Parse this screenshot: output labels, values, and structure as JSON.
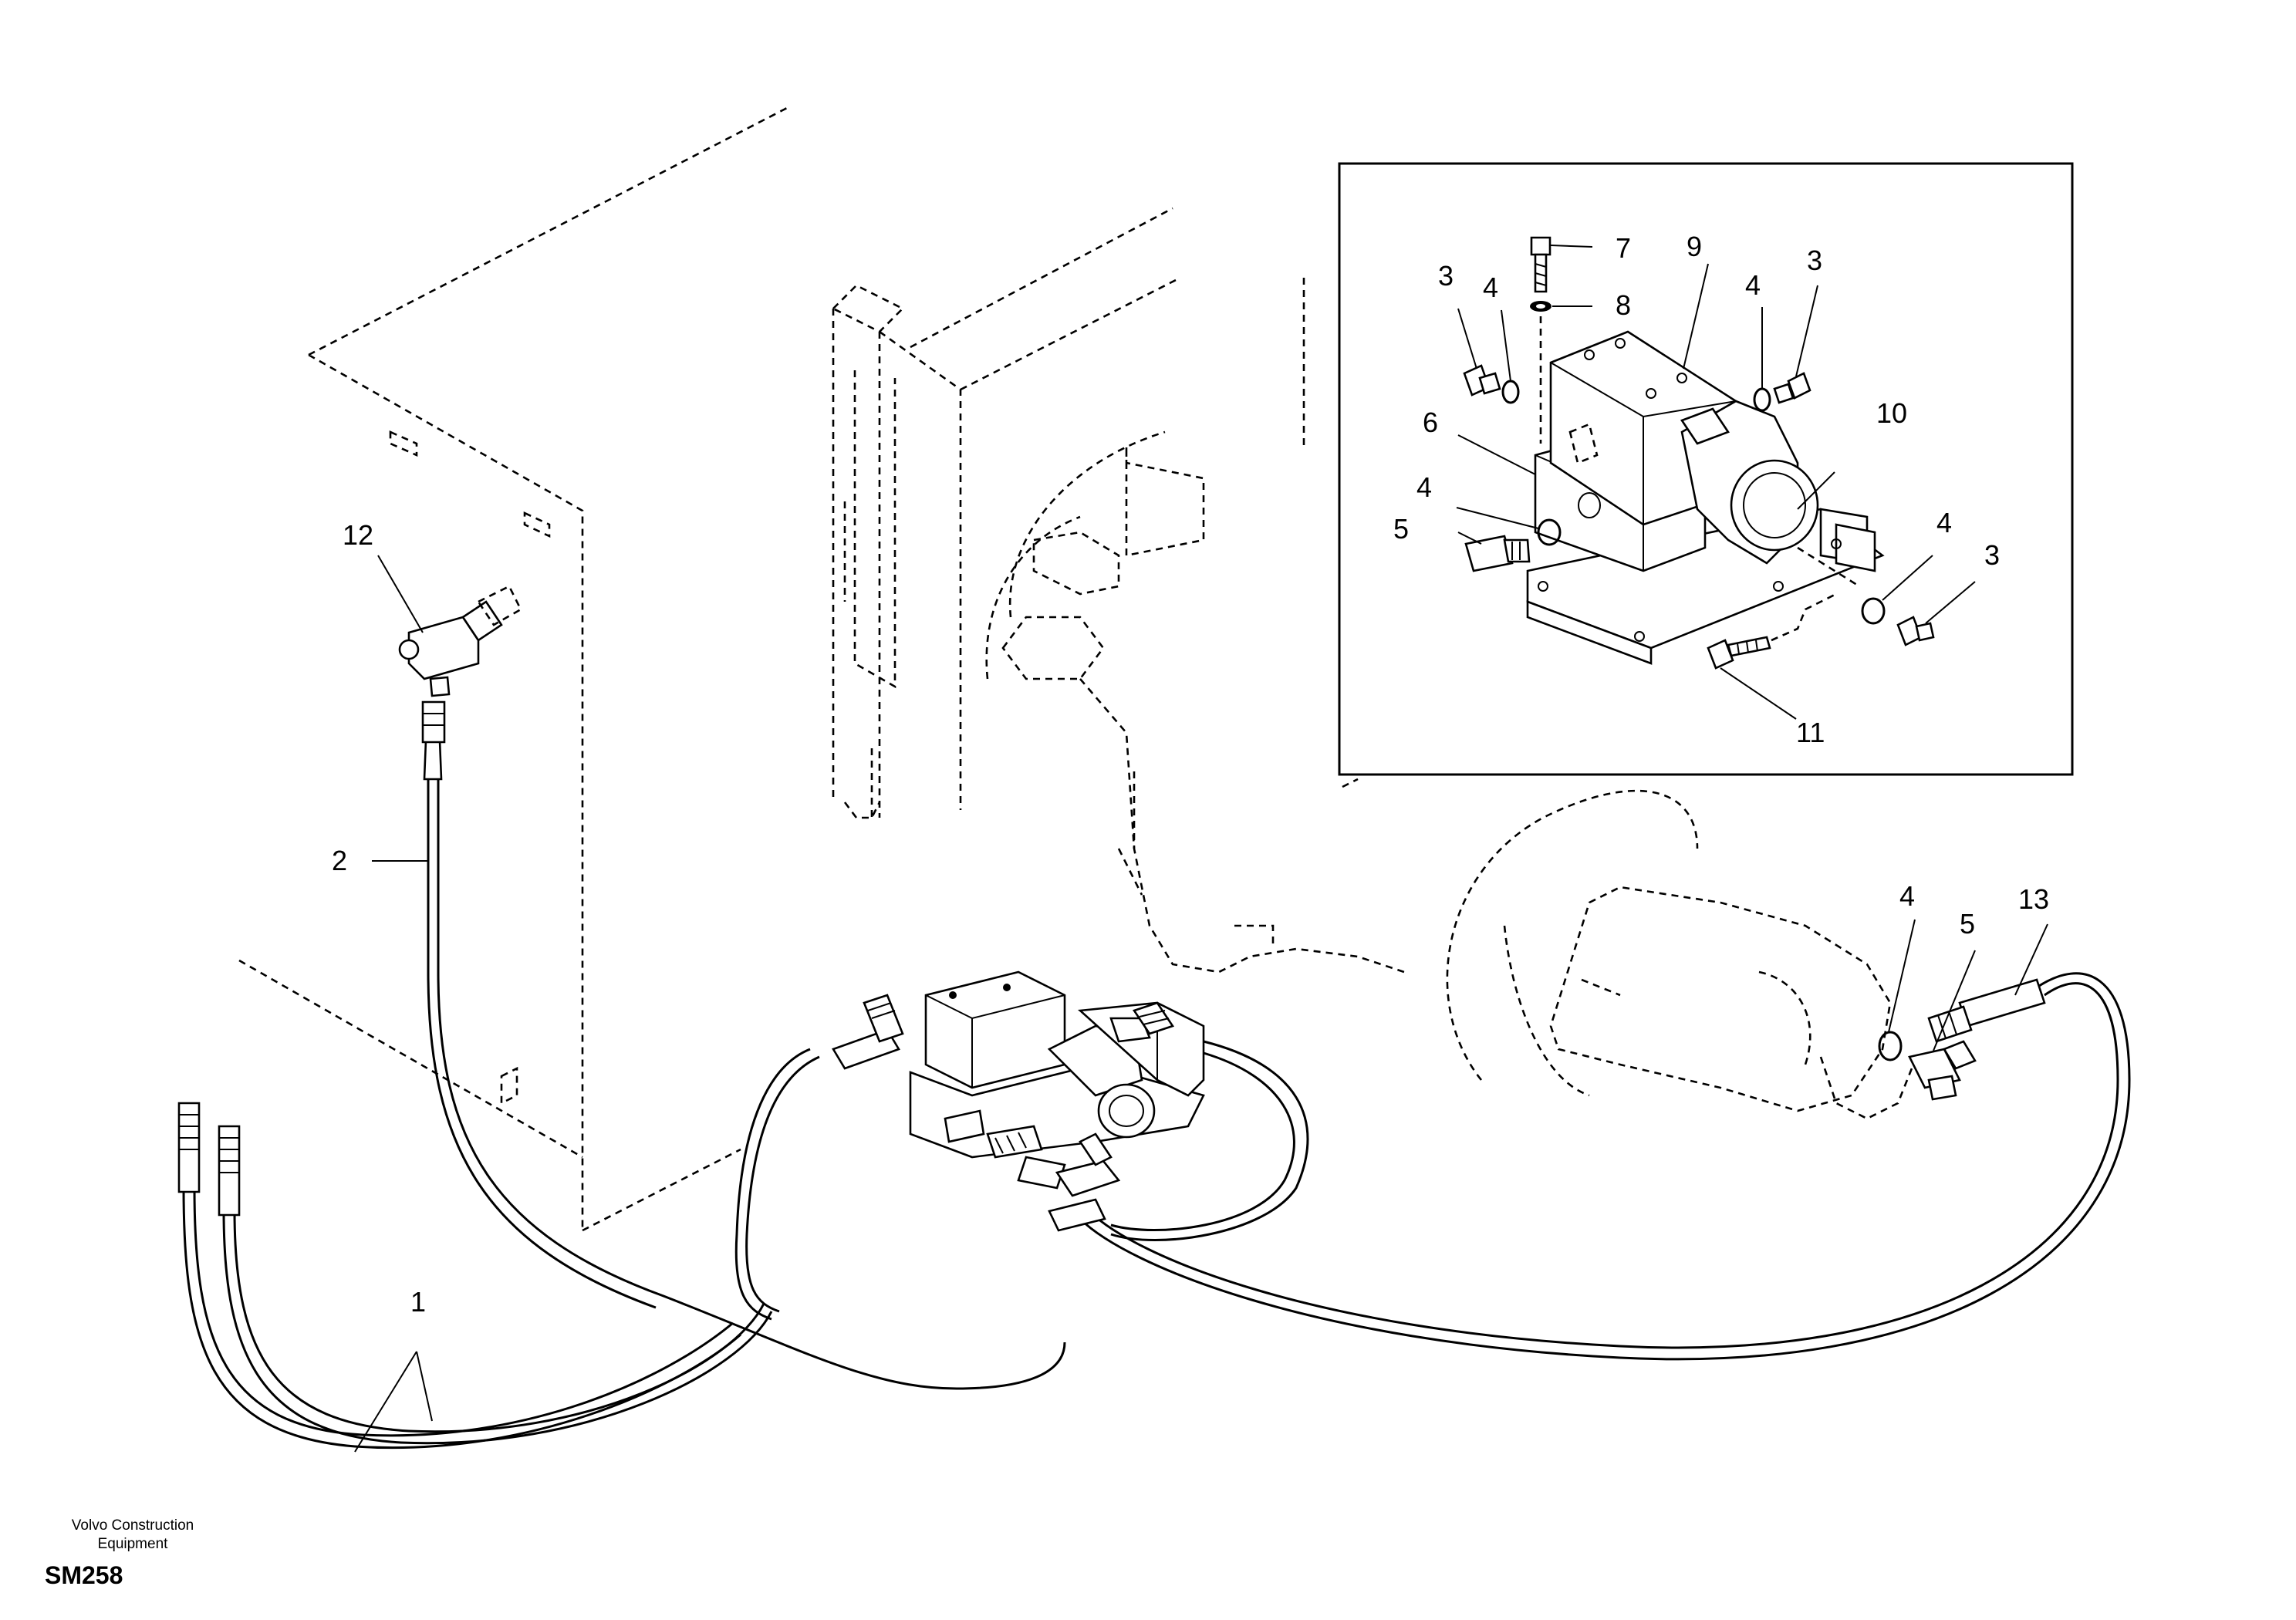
{
  "callouts": {
    "c1": "1",
    "c2": "2",
    "c3a": "3",
    "c3b": "3",
    "c3c": "3",
    "c4a": "4",
    "c4b": "4",
    "c4c": "4",
    "c4d": "4",
    "c4e": "4",
    "c5a": "5",
    "c5b": "5",
    "c6": "6",
    "c7": "7",
    "c8": "8",
    "c9": "9",
    "c10": "10",
    "c11": "11",
    "c12": "12",
    "c13": "13"
  },
  "footer": {
    "brand_line1": "Volvo Construction",
    "brand_line2": "Equipment",
    "code": "SM258"
  }
}
